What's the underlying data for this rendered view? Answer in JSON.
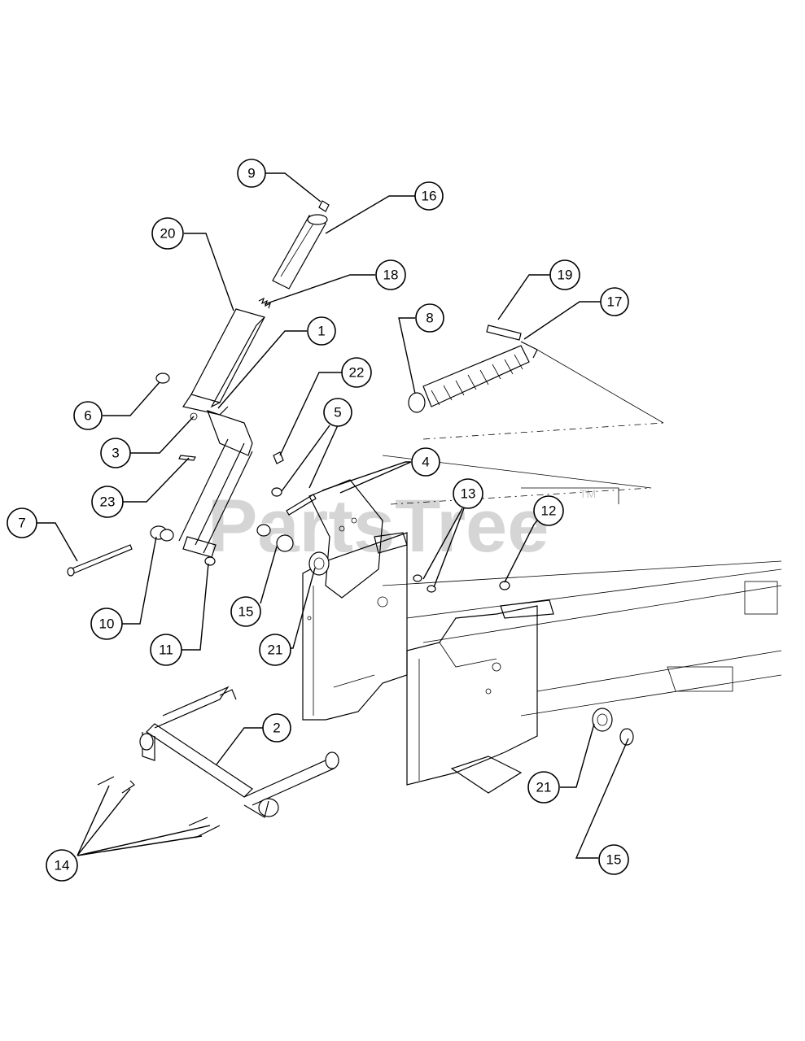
{
  "watermark": {
    "text": "PartsTree",
    "tm": "TM"
  },
  "callouts": [
    {
      "id": "c9",
      "label": "9"
    },
    {
      "id": "c16",
      "label": "16"
    },
    {
      "id": "c20",
      "label": "20"
    },
    {
      "id": "c18",
      "label": "18"
    },
    {
      "id": "c19",
      "label": "19"
    },
    {
      "id": "c17",
      "label": "17"
    },
    {
      "id": "c8",
      "label": "8"
    },
    {
      "id": "c1",
      "label": "1"
    },
    {
      "id": "c22",
      "label": "22"
    },
    {
      "id": "c6",
      "label": "6"
    },
    {
      "id": "c5",
      "label": "5"
    },
    {
      "id": "c3",
      "label": "3"
    },
    {
      "id": "c4",
      "label": "4"
    },
    {
      "id": "c23",
      "label": "23"
    },
    {
      "id": "c13",
      "label": "13"
    },
    {
      "id": "c12",
      "label": "12"
    },
    {
      "id": "c7",
      "label": "7"
    },
    {
      "id": "c15a",
      "label": "15"
    },
    {
      "id": "c10",
      "label": "10"
    },
    {
      "id": "c21a",
      "label": "21"
    },
    {
      "id": "c11",
      "label": "11"
    },
    {
      "id": "c2",
      "label": "2"
    },
    {
      "id": "c21b",
      "label": "21"
    },
    {
      "id": "c14",
      "label": "14"
    },
    {
      "id": "c15b",
      "label": "15"
    }
  ]
}
